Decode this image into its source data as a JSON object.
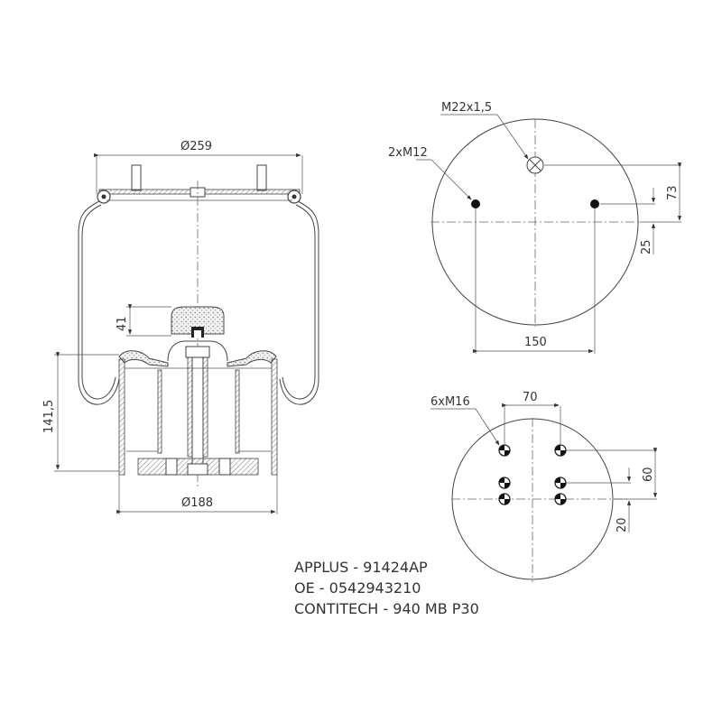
{
  "side_view": {
    "top_diameter": "Ø259",
    "bottom_diameter": "Ø188",
    "height": "141,5",
    "bumper_height": "41"
  },
  "top_plate_view": {
    "center_thread": "M22x1,5",
    "stud_thread": "2xM12",
    "stud_spacing": "150",
    "center_offset": "73",
    "stud_offset": "25"
  },
  "bottom_plate_view": {
    "hole_thread": "6xM16",
    "hole_spacing_x": "70",
    "hole_spacing_y": "60",
    "hole_offset": "20"
  },
  "caption": {
    "line1": "APPLUS - 91424AP",
    "line2": "OE - 0542943210",
    "line3": "CONTITECH - 940 MB P30"
  }
}
